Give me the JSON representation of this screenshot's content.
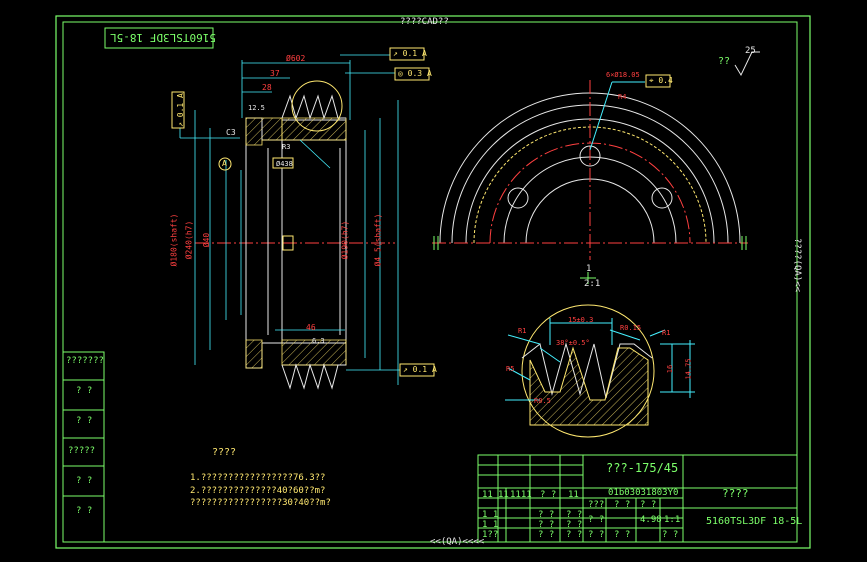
{
  "sheet": {
    "top_label": "????CAD??",
    "bottom_label": "<<(QA)<<<<",
    "right_label": "????(QA)<<",
    "mirror_title": "5160TSL3DF 18-5L",
    "roughness": {
      "prefix": "??",
      "value": "25"
    }
  },
  "left_column": [
    "???????",
    "? ?",
    "? ?",
    "?????",
    "? ?",
    "? ?"
  ],
  "title_block": {
    "part_title": "???-175/45",
    "code": "01b03031803Y0",
    "org": "????",
    "drawing_no": "5160TSL3DF 18-5L",
    "grid_left_row1": [
      "11",
      "11",
      "1111",
      "? ?",
      "11"
    ],
    "grid_rows": [
      [
        "1 1",
        "? ?",
        "? ?"
      ],
      [
        "1 1",
        "? ?",
        "? ?"
      ],
      [
        "1??",
        "? ?",
        "? ?"
      ]
    ],
    "grid_right_row1": [
      "???",
      "? ?",
      "? ?"
    ],
    "grid_right_row2": [
      "? ?",
      "4.98",
      "1:1"
    ],
    "grid_right_row3": [
      "? ?",
      "? ?",
      "? ?"
    ]
  },
  "notes": {
    "title": "????",
    "lines": [
      "1.?????????????????76.3??",
      "2.??????????????40?60??m?",
      "  ?????????????????30?40??m?"
    ]
  },
  "dimensions": {
    "top_overall": "Ø602",
    "top_37": "37",
    "top_28": "28",
    "d_left1": "Ø180(shaft)",
    "d_left2": "Ø240(h7)",
    "d_center": "Ø40",
    "d_right1": "Ø190(h7)",
    "d_right2": "Ø4 5(shaft)",
    "hole": "Ø438",
    "w46": "46",
    "ra": "12.5",
    "ra2": "6.3",
    "c3": "C3",
    "r3": "R3"
  },
  "gdt": {
    "f1": [
      "↗",
      "0.1",
      "A"
    ],
    "f2": [
      "◎",
      "0.3",
      "A"
    ],
    "f3": [
      "↗",
      "0.1",
      "A"
    ],
    "f4": [
      "↗",
      "0.1",
      "A"
    ],
    "datum": "A",
    "pos": [
      "⌖",
      "0.4"
    ],
    "holes": "6×Ø18.05"
  },
  "views": {
    "section_label": "1",
    "scale_label": "2:1",
    "detail_dims": [
      "15±0.3",
      "R0.15",
      "R1",
      "R1",
      "R5",
      "R0.5",
      "38°±0.5°",
      "16",
      "14.75",
      "R4"
    ]
  }
}
